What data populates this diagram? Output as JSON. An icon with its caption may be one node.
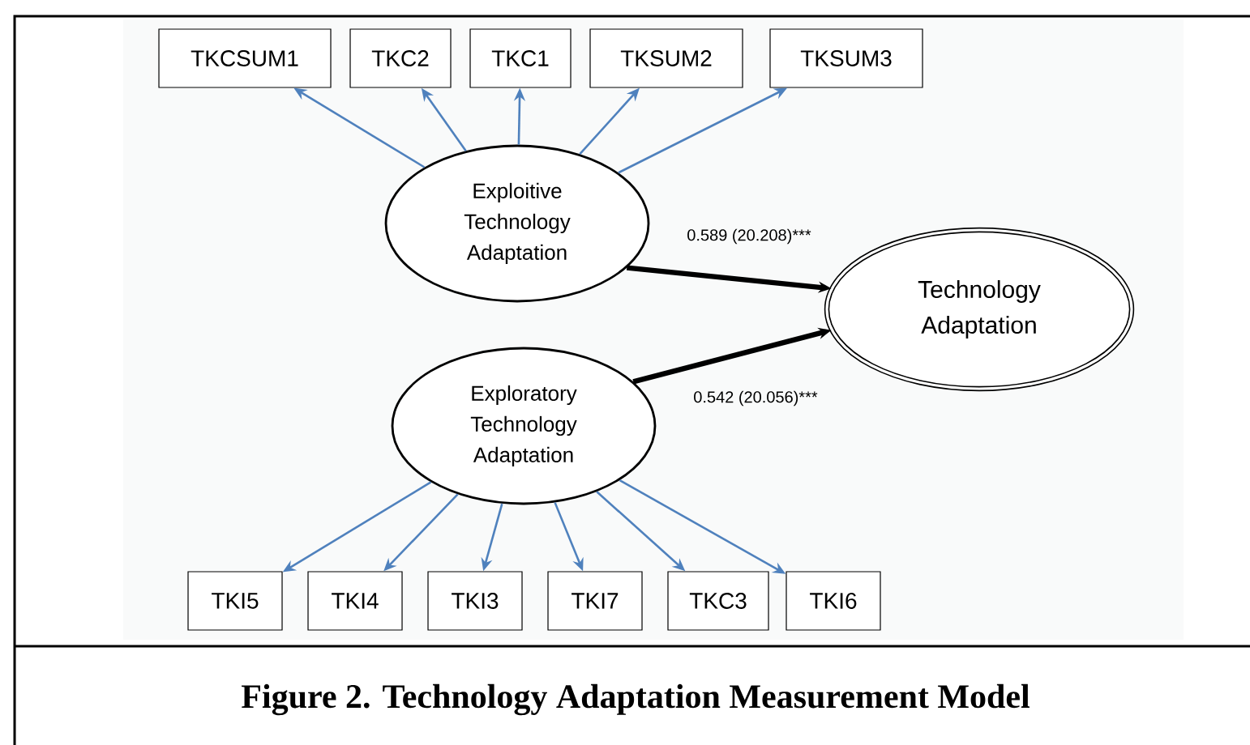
{
  "diagram": {
    "caption": "Figure 2.  Technology Adaptation Measurement Model",
    "nodes": [
      {
        "text": [
          "TKCSUM1"
        ]
      },
      {
        "text": [
          "TKC2"
        ]
      },
      {
        "text": [
          "TKC1"
        ]
      },
      {
        "text": [
          "TKSUM2"
        ]
      },
      {
        "text": [
          "TKSUM3"
        ]
      },
      {
        "text": [
          "Exploitive Technology Adaptation"
        ]
      },
      {
        "text": [
          "Technology Adaptation"
        ]
      },
      {
        "text": [
          "Exploratory Technology Adaptation"
        ]
      },
      {
        "text": [
          "TKI5"
        ]
      },
      {
        "text": [
          "TKI4"
        ]
      },
      {
        "text": [
          "TKI3"
        ]
      },
      {
        "text": [
          "TKI7"
        ]
      },
      {
        "text": [
          "TKC3"
        ]
      },
      {
        "text": [
          "TKI6"
        ]
      }
    ],
    "edges": [
      {
        "from": 5,
        "to": 0,
        "arrow": "to"
      },
      {
        "from": 5,
        "to": 1,
        "arrow": "to"
      },
      {
        "from": 5,
        "to": 2,
        "arrow": "to"
      },
      {
        "from": 5,
        "to": 3,
        "arrow": "to"
      },
      {
        "from": 5,
        "to": 4,
        "arrow": "to"
      },
      {
        "from": 5,
        "to": 6,
        "arrow": "to",
        "label": "0.589 (20.208)***",
        "style": "thick",
        "color": "#000000"
      },
      {
        "from": 7,
        "to": 6,
        "arrow": "to",
        "label": "0.542 (20.056)***",
        "style": "thick",
        "color": "#000000"
      },
      {
        "from": 7,
        "to": 8,
        "arrow": "to"
      },
      {
        "from": 7,
        "to": 9,
        "arrow": "to"
      },
      {
        "from": 7,
        "to": 10,
        "arrow": "to"
      },
      {
        "from": 7,
        "to": 11,
        "arrow": "to"
      },
      {
        "from": 7,
        "to": 12,
        "arrow": "to"
      },
      {
        "from": 7,
        "to": 13,
        "arrow": "to"
      }
    ]
  }
}
